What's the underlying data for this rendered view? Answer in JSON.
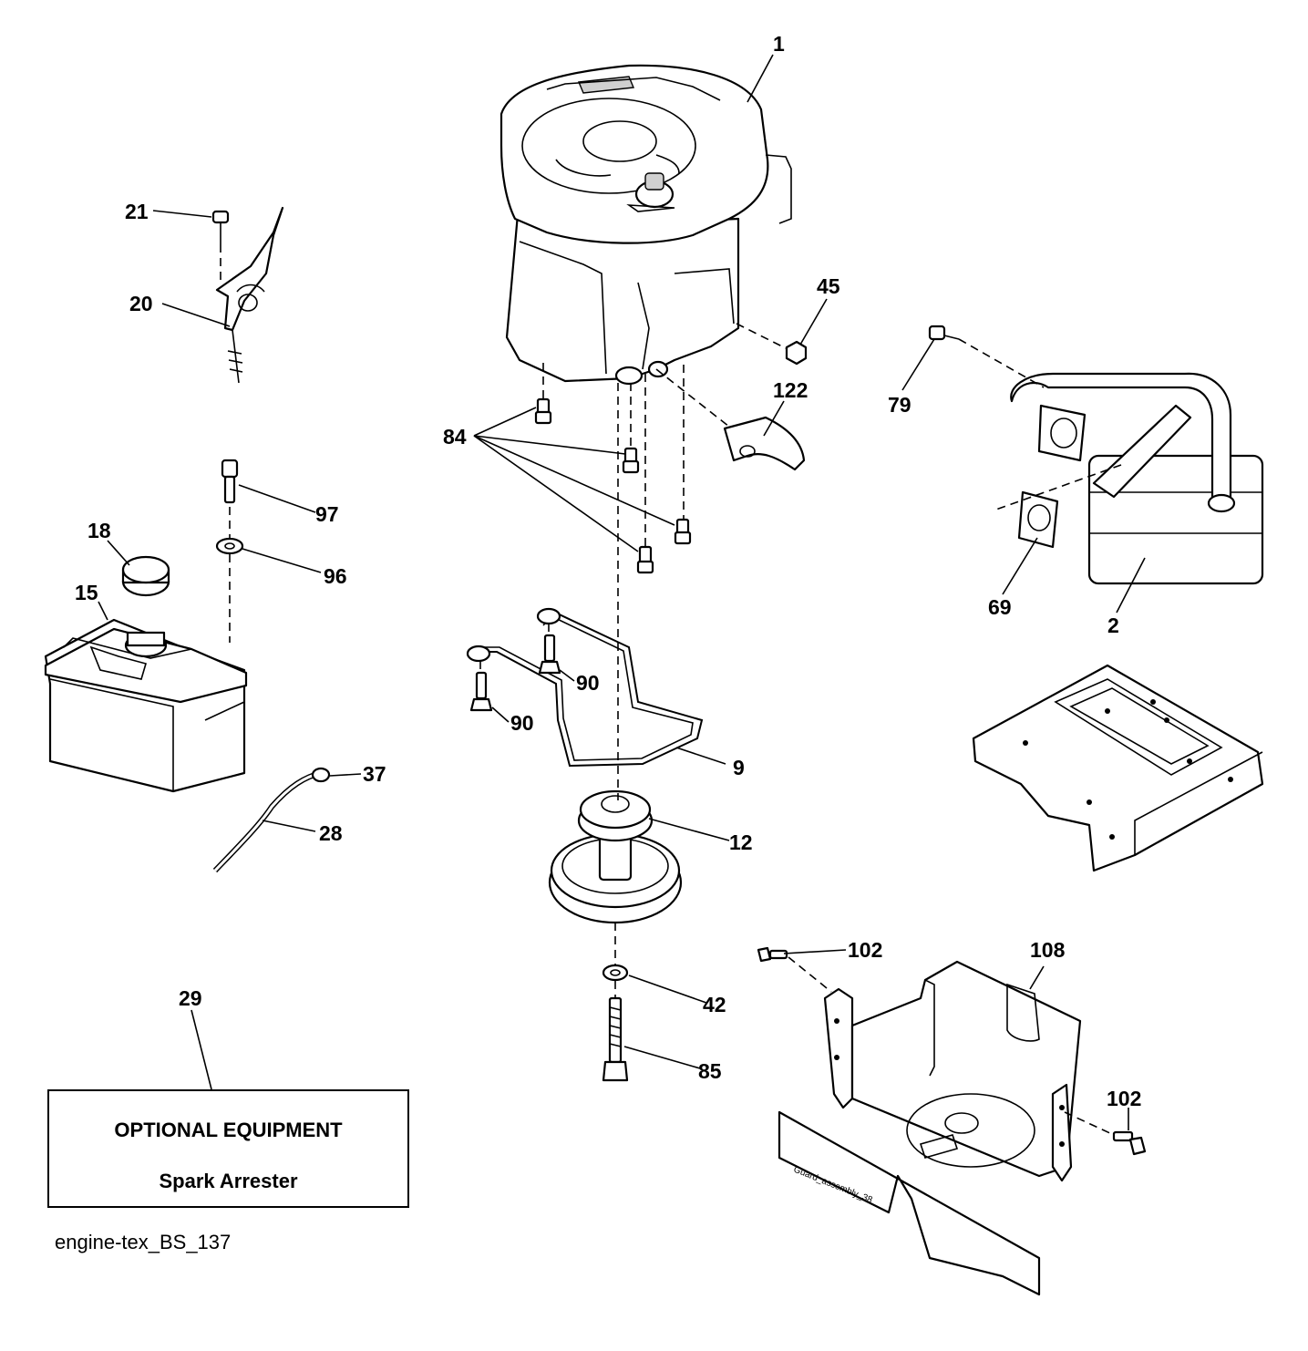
{
  "diagram": {
    "caption": "engine-tex_BS_137",
    "optional_box": {
      "heading": "OPTIONAL EQUIPMENT",
      "item": "Spark Arrester"
    },
    "guard_stamp": "Guard_assembly_38",
    "callouts": [
      "1",
      "2",
      "9",
      "12",
      "15",
      "18",
      "20",
      "21",
      "28",
      "29",
      "37",
      "42",
      "45",
      "69",
      "79",
      "84",
      "85",
      "90",
      "90",
      "96",
      "97",
      "102",
      "102",
      "108",
      "122"
    ]
  }
}
